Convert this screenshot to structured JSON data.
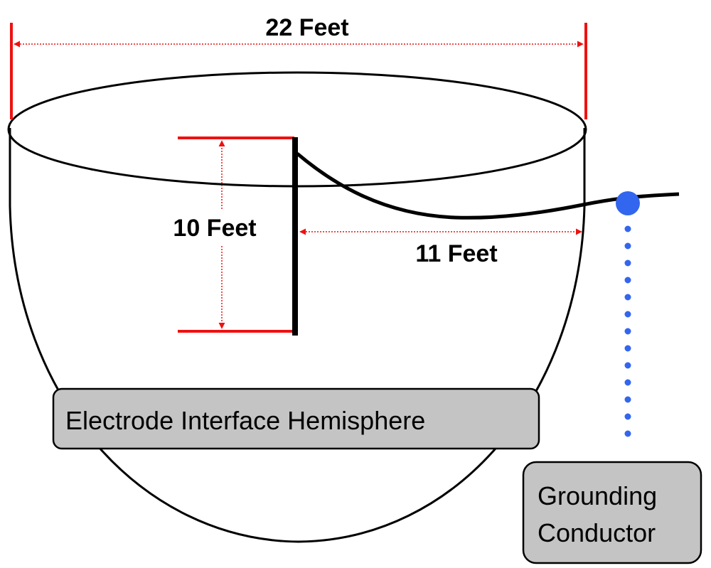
{
  "diagram": {
    "title": "Electrode Interface Hemisphere",
    "dimensions": {
      "hemisphere_diameter": "22 Feet",
      "rod_length": "10 Feet",
      "radius": "11 Feet"
    },
    "labels": {
      "hemisphere": "Electrode Interface Hemisphere",
      "conductor_line1": "Grounding",
      "conductor_line2": "Conductor"
    },
    "colors": {
      "dimension_lines": "#ee1111",
      "outline": "#000000",
      "conductor": "#3366ee",
      "label_box_fill": "#c4c4c4"
    }
  }
}
